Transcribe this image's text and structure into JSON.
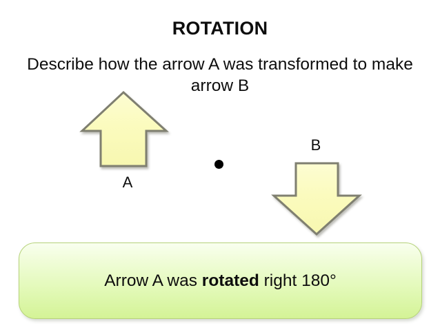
{
  "slide": {
    "background_color": "#ffffff",
    "title": "ROTATION",
    "subtitle": "Describe how the arrow A was transformed to make arrow B",
    "shapes": {
      "arrow_a": {
        "label": "A",
        "direction": "up",
        "fill_color": "#fbfbc0",
        "border_color": "#7f7f70"
      },
      "arrow_b": {
        "label": "B",
        "direction": "down",
        "fill_color": "#fbfbc0",
        "border_color": "#7f7f70"
      },
      "center_of_rotation": {
        "name": "center-point",
        "color": "#000000"
      }
    },
    "answer": {
      "prefix": "Arrow A was ",
      "emphasis": "rotated",
      "suffix": " right 180°",
      "full_text": "Arrow A was rotated right 180°",
      "box_border_color": "#b6d37a",
      "box_gradient_top": "#f9ffef",
      "box_gradient_bottom": "#d4f396"
    }
  }
}
